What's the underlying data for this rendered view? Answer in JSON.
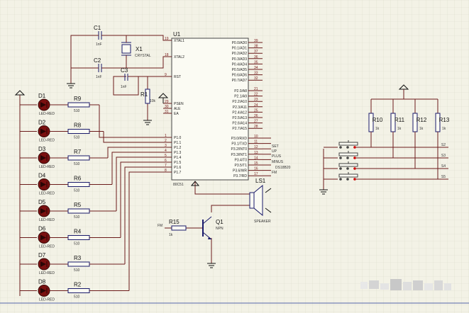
{
  "chip": {
    "ref": "U1",
    "part": "80C51",
    "left_pins": [
      {
        "num": "19",
        "name": "XTAL1"
      },
      {
        "num": "18",
        "name": "XTAL2"
      },
      {
        "num": "9",
        "name": "RST"
      },
      {
        "num": "29",
        "name": "PSEN"
      },
      {
        "num": "30",
        "name": "ALE"
      },
      {
        "num": "31",
        "name": "EA"
      },
      {
        "num": "1",
        "name": "P1.0"
      },
      {
        "num": "2",
        "name": "P1.1"
      },
      {
        "num": "3",
        "name": "P1.2"
      },
      {
        "num": "4",
        "name": "P1.3"
      },
      {
        "num": "5",
        "name": "P1.4"
      },
      {
        "num": "6",
        "name": "P1.5"
      },
      {
        "num": "7",
        "name": "P1.6"
      },
      {
        "num": "8",
        "name": "P1.7"
      }
    ],
    "right_pins": [
      {
        "num": "39",
        "name": "P0.0/AD0"
      },
      {
        "num": "38",
        "name": "P0.1/AD1"
      },
      {
        "num": "37",
        "name": "P0.2/AD2"
      },
      {
        "num": "36",
        "name": "P0.3/AD3"
      },
      {
        "num": "35",
        "name": "P0.4/AD4"
      },
      {
        "num": "34",
        "name": "P0.5/AD5"
      },
      {
        "num": "33",
        "name": "P0.6/AD6"
      },
      {
        "num": "32",
        "name": "P0.7/AD7"
      },
      {
        "num": "21",
        "name": "P2.0/A8"
      },
      {
        "num": "22",
        "name": "P2.1/A9"
      },
      {
        "num": "23",
        "name": "P2.2/A10"
      },
      {
        "num": "24",
        "name": "P2.3/A11"
      },
      {
        "num": "25",
        "name": "P2.4/A12"
      },
      {
        "num": "26",
        "name": "P2.5/A13"
      },
      {
        "num": "27",
        "name": "P2.6/A14"
      },
      {
        "num": "28",
        "name": "P2.7/A15"
      },
      {
        "num": "10",
        "name": "P3.0/RXD"
      },
      {
        "num": "11",
        "name": "P3.1/TXD"
      },
      {
        "num": "12",
        "name": "P3.2/INT0"
      },
      {
        "num": "13",
        "name": "P3.3/INT1"
      },
      {
        "num": "14",
        "name": "P3.4/T0"
      },
      {
        "num": "15",
        "name": "P3.5/T1"
      },
      {
        "num": "16",
        "name": "P3.6/WR"
      },
      {
        "num": "17",
        "name": "P3.7/RD"
      }
    ],
    "net_labels": [
      "SET",
      "UP",
      "PLUS",
      "MINUS",
      "DS18B20",
      "FM"
    ]
  },
  "oscillator": {
    "c1_ref": "C1",
    "c1_val": "1nF",
    "c2_ref": "C2",
    "c2_val": "1nF",
    "c3_ref": "C3",
    "c3_val": "1nF",
    "x1_ref": "X1",
    "x1_val": "CRYSTAL",
    "r1_ref": "R1",
    "r1_val": "10k"
  },
  "leds": [
    {
      "led": "D1",
      "res": "R9",
      "val": "510",
      "type": "LED-RED"
    },
    {
      "led": "D2",
      "res": "R8",
      "val": "510",
      "type": "LED-RED"
    },
    {
      "led": "D3",
      "res": "R7",
      "val": "510",
      "type": "LED-RED"
    },
    {
      "led": "D4",
      "res": "R6",
      "val": "510",
      "type": "LED-RED"
    },
    {
      "led": "D5",
      "res": "R5",
      "val": "510",
      "type": "LED-RED"
    },
    {
      "led": "D6",
      "res": "R4",
      "val": "510",
      "type": "LED-RED"
    },
    {
      "led": "D7",
      "res": "R3",
      "val": "510",
      "type": "LED-RED"
    },
    {
      "led": "D8",
      "res": "R2",
      "val": "510",
      "type": "LED-RED"
    }
  ],
  "speaker": {
    "ls_ref": "LS1",
    "ls_val": "SPEAKER",
    "q_ref": "Q1",
    "q_val": "NPN",
    "r_ref": "R15",
    "r_val": "1k",
    "net": "FM"
  },
  "buttons": {
    "resistors": [
      {
        "ref": "R10",
        "val": "1k"
      },
      {
        "ref": "R11",
        "val": "1k"
      },
      {
        "ref": "R12",
        "val": "1k"
      },
      {
        "ref": "R13",
        "val": "1k"
      }
    ],
    "switches": [
      "S2",
      "S3",
      "S4",
      "S5"
    ]
  },
  "colors": {
    "wire": "#6b1a1a",
    "component": "#1a1a6b",
    "grid": "#dcdccb",
    "background": "#f3f2e6"
  }
}
